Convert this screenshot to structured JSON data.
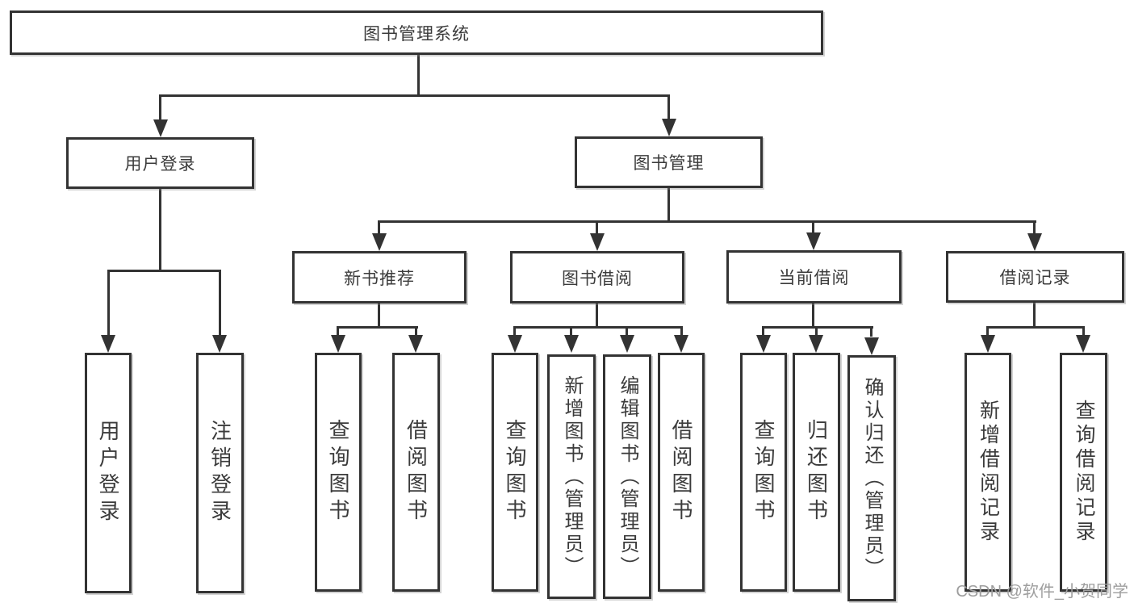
{
  "colors": {
    "line": "#333333",
    "box_text": "#3b3b3b",
    "background": "#ffffff",
    "watermark_text": "#9e9e9e"
  },
  "tree": {
    "root": {
      "label": "图书管理系统",
      "children": [
        {
          "label": "用户登录",
          "children": [
            {
              "label": "用户登录"
            },
            {
              "label": "注销登录"
            }
          ]
        },
        {
          "label": "图书管理",
          "children": [
            {
              "label": "新书推荐",
              "children": [
                {
                  "label": "查询图书"
                },
                {
                  "label": "借阅图书"
                }
              ]
            },
            {
              "label": "图书借阅",
              "children": [
                {
                  "label": "查询图书"
                },
                {
                  "label": "新增图书（管理员）"
                },
                {
                  "label": "编辑图书（管理员）"
                },
                {
                  "label": "借阅图书"
                }
              ]
            },
            {
              "label": "当前借阅",
              "children": [
                {
                  "label": "查询图书"
                },
                {
                  "label": "归还图书"
                },
                {
                  "label": "确认归还（管理员）"
                }
              ]
            },
            {
              "label": "借阅记录",
              "children": [
                {
                  "label": "新增借阅记录"
                },
                {
                  "label": "查询借阅记录"
                }
              ]
            }
          ]
        }
      ]
    }
  },
  "watermark": {
    "text": "CSDN @软件_小贺同学"
  }
}
